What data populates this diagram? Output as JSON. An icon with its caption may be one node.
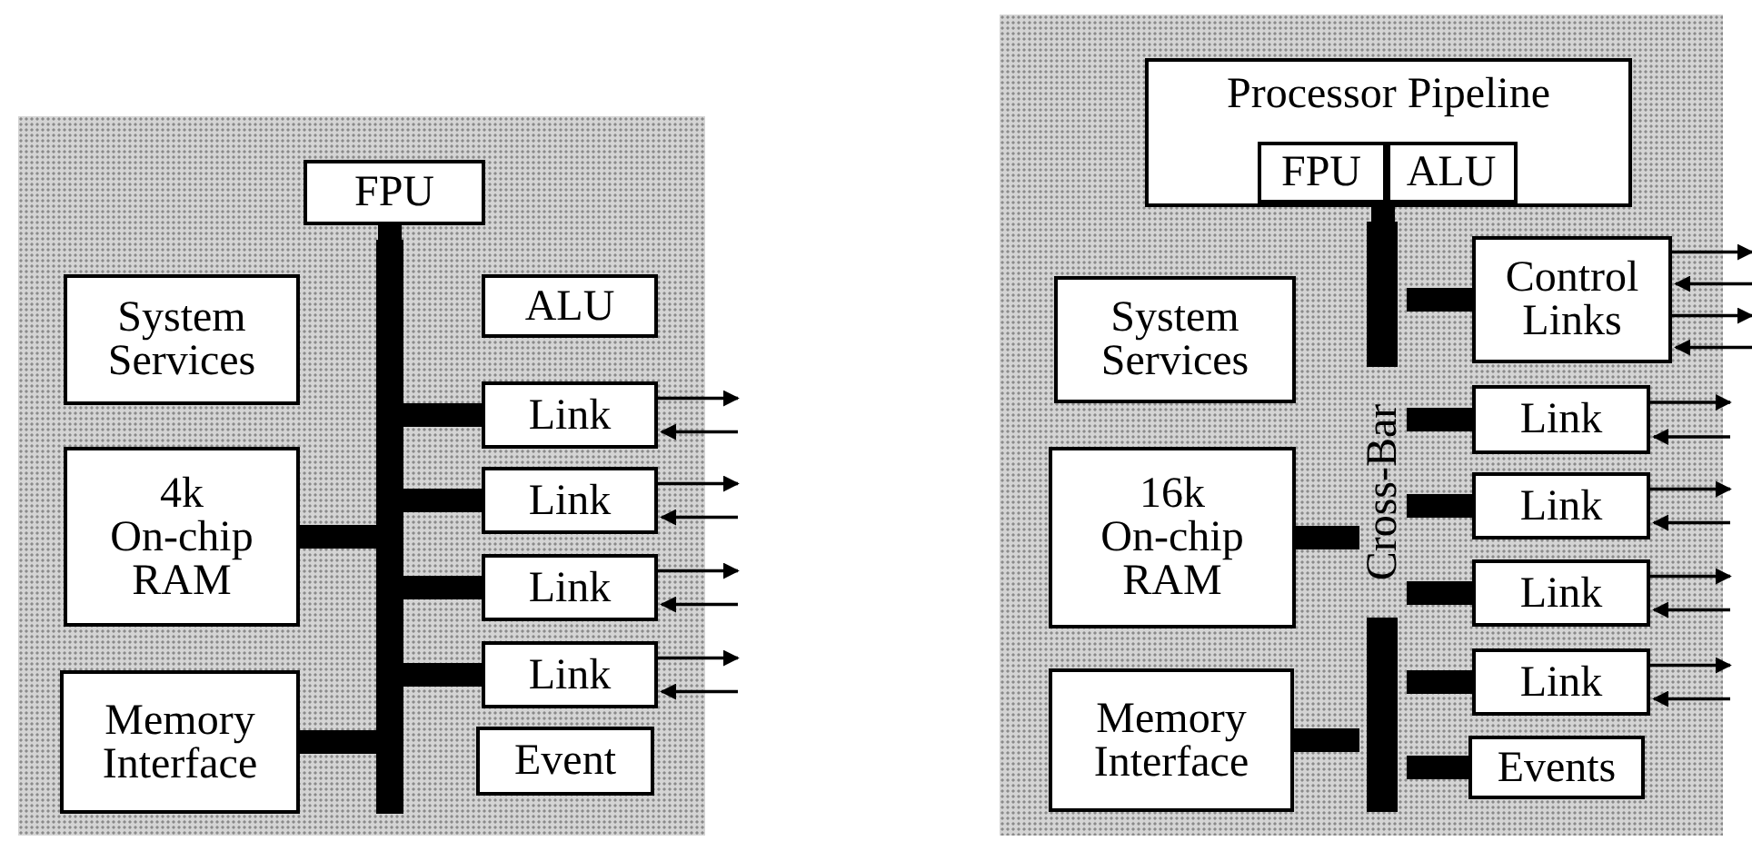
{
  "diagram": {
    "nodes": [
      {
        "text": [],
        "shape": "box"
      },
      {
        "text": [
          "FPU"
        ],
        "in": 0
      },
      {
        "text": [
          "System Services"
        ],
        "in": 0
      },
      {
        "text": [
          "ALU"
        ],
        "in": 0
      },
      {
        "text": [
          "Link"
        ],
        "in": 0
      },
      {
        "text": [
          "4k On-chip RAM"
        ],
        "in": 0
      },
      {
        "text": [
          "Link"
        ],
        "in": 0
      },
      {
        "text": [
          "Link"
        ],
        "in": 0
      },
      {
        "text": [
          "Memory Interface"
        ],
        "in": 0
      },
      {
        "text": [
          "Link"
        ],
        "in": 0
      },
      {
        "text": [
          "Event"
        ],
        "in": 0
      },
      {
        "text": [],
        "shape": "bar",
        "in": 0
      },
      {
        "text": [],
        "shape": "box"
      },
      {
        "text": [
          "Processor Pipeline"
        ],
        "in": 12
      },
      {
        "text": [
          "FPU"
        ],
        "in": 13
      },
      {
        "text": [
          "ALU"
        ],
        "in": 13
      },
      {
        "text": [
          "Control Links"
        ],
        "in": 12
      },
      {
        "text": [
          "System Services"
        ],
        "in": 12
      },
      {
        "text": [
          "Link"
        ],
        "in": 12
      },
      {
        "text": [
          "16k On-chip RAM"
        ],
        "in": 12
      },
      {
        "text": [
          "Link"
        ],
        "in": 12
      },
      {
        "text": [
          "Link"
        ],
        "in": 12
      },
      {
        "text": [
          "Memory Interface"
        ],
        "in": 12
      },
      {
        "text": [
          "Link"
        ],
        "in": 12
      },
      {
        "text": [
          "Events"
        ],
        "in": 12
      },
      {
        "text": [
          "Cross-Bar"
        ],
        "in": 12
      }
    ],
    "edges": [
      {
        "from": 11,
        "to": 1,
        "arrow": "none",
        "style": "thick"
      },
      {
        "from": 11,
        "to": 4,
        "arrow": "none",
        "style": "thick"
      },
      {
        "from": 11,
        "to": 5,
        "arrow": "none",
        "style": "thick"
      },
      {
        "from": 11,
        "to": 6,
        "arrow": "none",
        "style": "thick"
      },
      {
        "from": 11,
        "to": 7,
        "arrow": "none",
        "style": "thick"
      },
      {
        "from": 11,
        "to": 8,
        "arrow": "none",
        "style": "thick"
      },
      {
        "from": 11,
        "to": 9,
        "arrow": "none",
        "style": "thick"
      },
      {
        "from": 4,
        "to": null,
        "arrow": "to"
      },
      {
        "from": null,
        "to": 4,
        "arrow": "to"
      },
      {
        "from": 6,
        "to": null,
        "arrow": "to"
      },
      {
        "from": null,
        "to": 6,
        "arrow": "to"
      },
      {
        "from": 7,
        "to": null,
        "arrow": "to"
      },
      {
        "from": null,
        "to": 7,
        "arrow": "to"
      },
      {
        "from": 9,
        "to": null,
        "arrow": "to"
      },
      {
        "from": null,
        "to": 9,
        "arrow": "to"
      },
      {
        "from": 25,
        "to": 13,
        "arrow": "none",
        "style": "thick"
      },
      {
        "from": 25,
        "to": 16,
        "arrow": "none",
        "style": "thick"
      },
      {
        "from": 25,
        "to": 18,
        "arrow": "none",
        "style": "thick"
      },
      {
        "from": 25,
        "to": 19,
        "arrow": "none",
        "style": "thick"
      },
      {
        "from": 25,
        "to": 20,
        "arrow": "none",
        "style": "thick"
      },
      {
        "from": 25,
        "to": 21,
        "arrow": "none",
        "style": "thick"
      },
      {
        "from": 25,
        "to": 22,
        "arrow": "none",
        "style": "thick"
      },
      {
        "from": 25,
        "to": 23,
        "arrow": "none",
        "style": "thick"
      },
      {
        "from": 25,
        "to": 24,
        "arrow": "none",
        "style": "thick"
      },
      {
        "from": 16,
        "to": null,
        "arrow": "to"
      },
      {
        "from": null,
        "to": 16,
        "arrow": "to"
      },
      {
        "from": 16,
        "to": null,
        "arrow": "to"
      },
      {
        "from": null,
        "to": 16,
        "arrow": "to"
      },
      {
        "from": 18,
        "to": null,
        "arrow": "to"
      },
      {
        "from": null,
        "to": 18,
        "arrow": "to"
      },
      {
        "from": 20,
        "to": null,
        "arrow": "to"
      },
      {
        "from": null,
        "to": 20,
        "arrow": "to"
      },
      {
        "from": 21,
        "to": null,
        "arrow": "to"
      },
      {
        "from": null,
        "to": 21,
        "arrow": "to"
      },
      {
        "from": 23,
        "to": null,
        "arrow": "to"
      },
      {
        "from": null,
        "to": 23,
        "arrow": "to"
      }
    ]
  }
}
